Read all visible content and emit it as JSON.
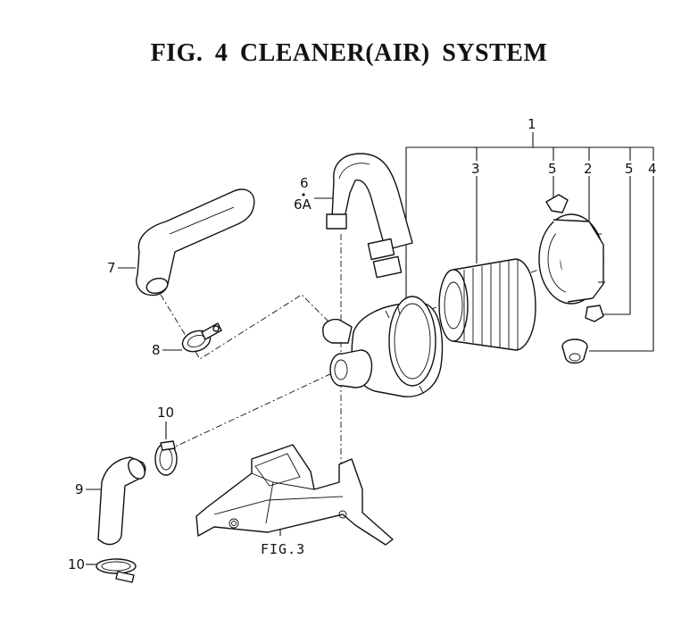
{
  "title": "FIG.  4  CLEANER(AIR) SYSTEM",
  "callouts": {
    "c1": "1",
    "c2": "2",
    "c3": "3",
    "c4": "4",
    "c5a": "5",
    "c5b": "5",
    "c6": "6",
    "c6a": "6A",
    "c7": "7",
    "c8": "8",
    "c9": "9",
    "c10a": "10",
    "c10b": "10"
  },
  "reference": "FIG.3"
}
